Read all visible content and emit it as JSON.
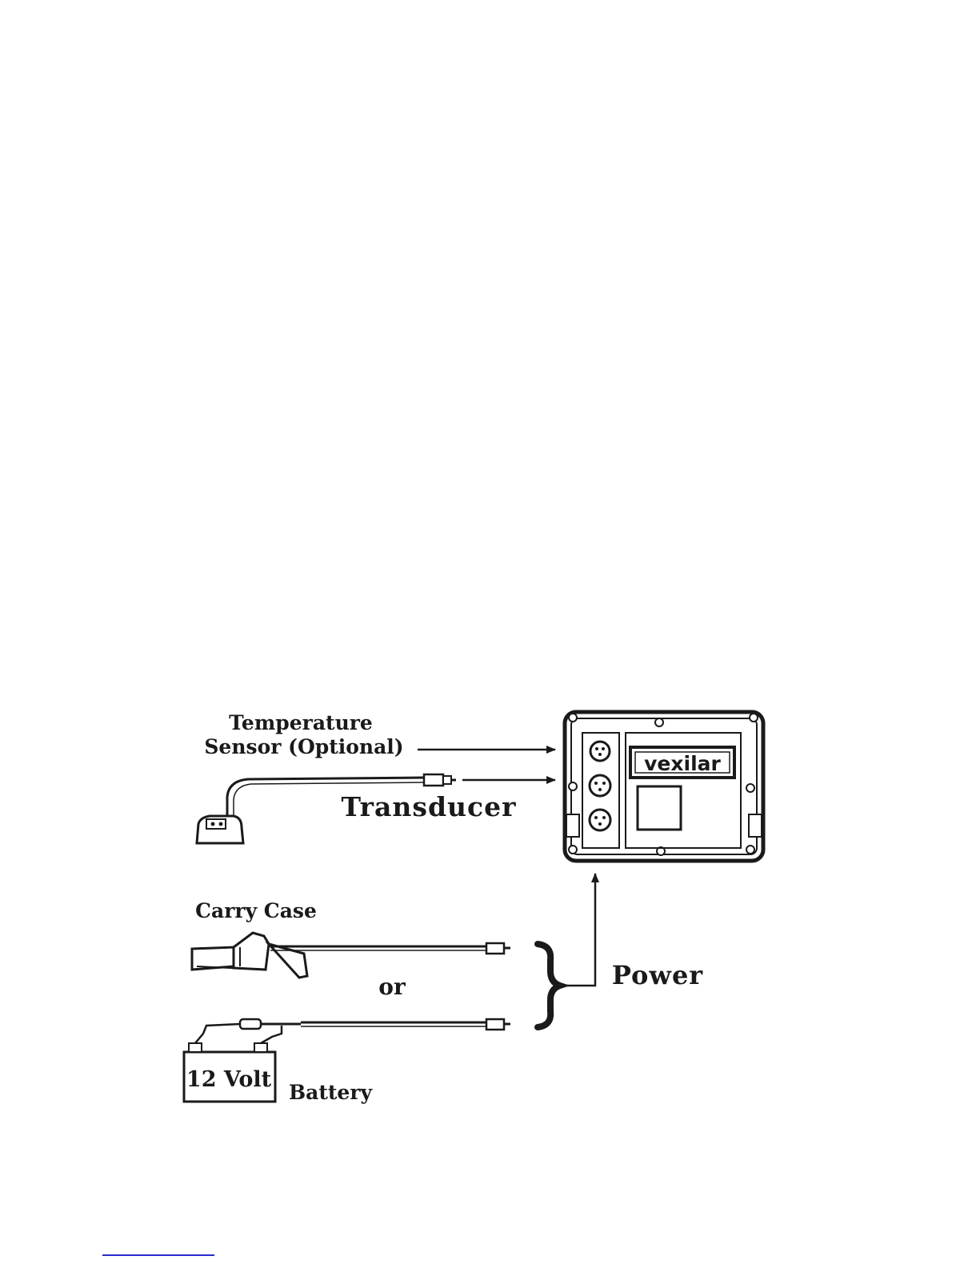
{
  "diagram": {
    "labels": {
      "temperature_line1": "Temperature",
      "temperature_line2": "Sensor (Optional)",
      "transducer": "Transducer",
      "carry_case": "Carry Case",
      "or": "or",
      "power": "Power",
      "battery_volt": "12 Volt",
      "battery": "Battery",
      "brand": "vexilar"
    },
    "colors": {
      "ink": "#1a1a1a",
      "footnote_rule": "#2a2ad0"
    }
  }
}
